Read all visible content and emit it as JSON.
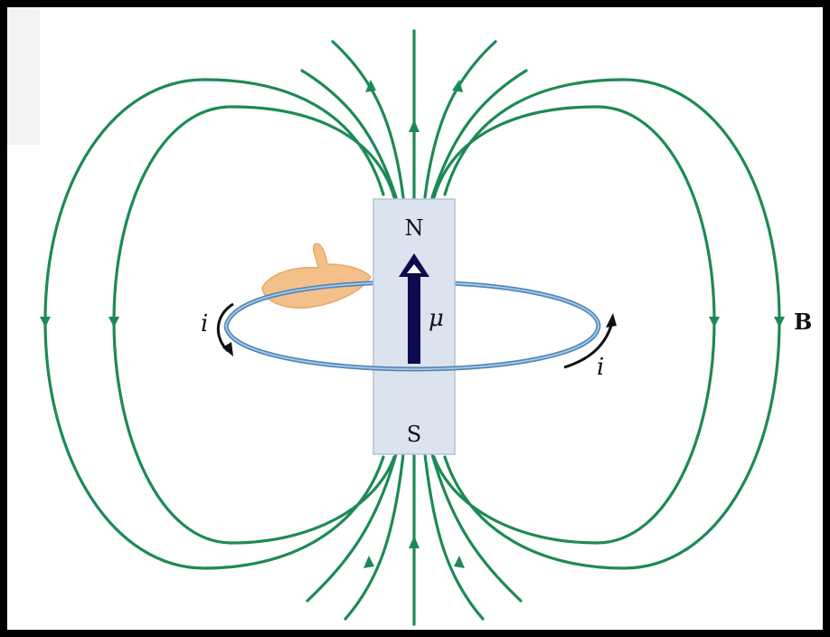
{
  "labels": {
    "north": "N",
    "south": "S",
    "moment": "μ",
    "current_left": "i",
    "current_right": "i",
    "field": "B"
  },
  "colors": {
    "field_lines": "#1d8a55",
    "magnet_fill": "#dbe3ee",
    "loop": "#4f86b8",
    "moment_arrow": "#0b0b4e",
    "hand": "#f3c08a",
    "background": "#000000"
  },
  "icons": [
    "right-hand-icon",
    "moment-arrow-icon"
  ]
}
